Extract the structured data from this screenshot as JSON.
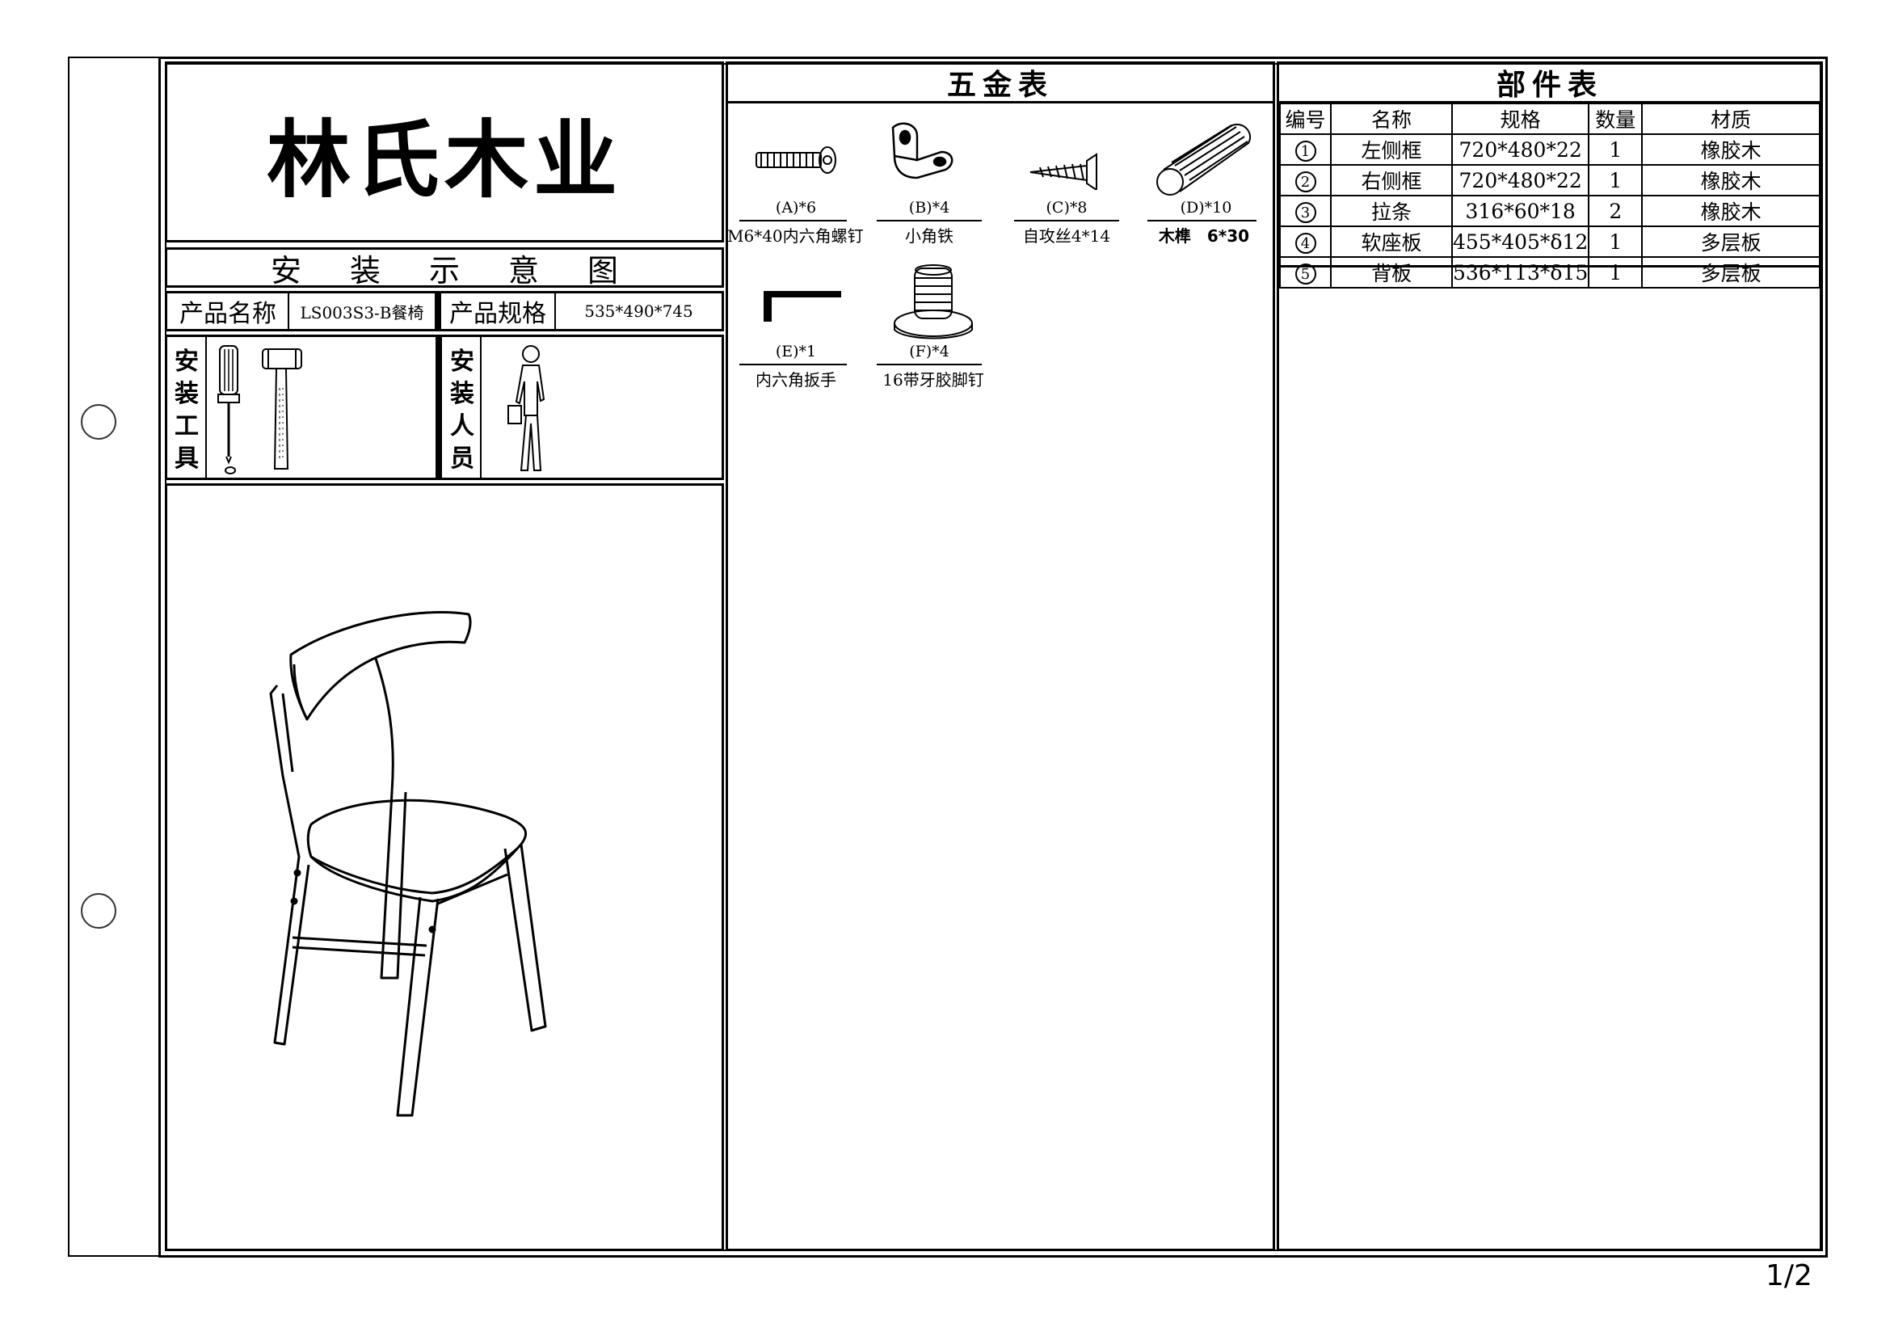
{
  "logo_text": "林氏木业",
  "diagram_title": "安装示意图",
  "product": {
    "name_label": "产品名称",
    "name_value": "LS003S3-B餐椅",
    "spec_label": "产品规格",
    "spec_value": "535*490*745"
  },
  "tools_label": [
    "安",
    "装",
    "工",
    "具"
  ],
  "installer_label": [
    "安",
    "装",
    "人",
    "员"
  ],
  "hardware": {
    "title": "五金表",
    "items": [
      {
        "code": "(A)*6",
        "name": "M6*40内六角螺钉",
        "icon": "bolt-icon"
      },
      {
        "code": "(B)*4",
        "name": "小角铁",
        "icon": "angle-bracket-icon"
      },
      {
        "code": "(C)*8",
        "name": "自攻丝4*14",
        "icon": "screw-icon"
      },
      {
        "code": "(D)*10",
        "name": "木榫　6*30",
        "icon": "dowel-icon"
      },
      {
        "code": "(E)*1",
        "name": "内六角扳手",
        "icon": "allen-key-icon"
      },
      {
        "code": "(F)*4",
        "name": "16带牙胶脚钉",
        "icon": "foot-glide-icon"
      }
    ]
  },
  "parts": {
    "title": "部件表",
    "headers": [
      "编号",
      "名称",
      "规格",
      "数量",
      "材质"
    ],
    "rows": [
      {
        "no": "1",
        "name": "左侧框",
        "spec": "720*480*22",
        "qty": "1",
        "material": "橡胶木"
      },
      {
        "no": "2",
        "name": "右侧框",
        "spec": "720*480*22",
        "qty": "1",
        "material": "橡胶木"
      },
      {
        "no": "3",
        "name": "拉条",
        "spec": "316*60*18",
        "qty": "2",
        "material": "橡胶木"
      },
      {
        "no": "4",
        "name": "软座板",
        "spec": "455*405*δ12",
        "qty": "1",
        "material": "多层板"
      },
      {
        "no": "5",
        "name": "背板",
        "spec": "536*113*δ15",
        "qty": "1",
        "material": "多层板"
      }
    ]
  },
  "page_number": "1/2"
}
